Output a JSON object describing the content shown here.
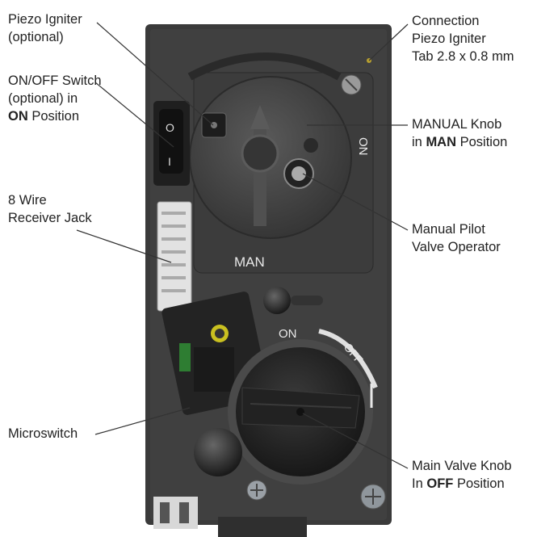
{
  "labels": {
    "piezo_igniter": {
      "line1": "Piezo Igniter",
      "line2": "(optional)"
    },
    "onoff_switch": {
      "line1": "ON/OFF Switch",
      "line2": "(optional) in",
      "line3_bold": "ON",
      "line3_rest": " Position"
    },
    "receiver_jack": {
      "line1": "8 Wire",
      "line2": "Receiver Jack"
    },
    "microswitch": {
      "line1": "Microswitch"
    },
    "connection": {
      "line1": "Connection",
      "line2": "Piezo Igniter",
      "line3": "Tab 2.8 x 0.8 mm"
    },
    "manual_knob": {
      "line1": "MANUAL Knob",
      "line2_pre": "in ",
      "line2_bold": "MAN",
      "line2_post": " Position"
    },
    "pilot_operator": {
      "line1": "Manual Pilot",
      "line2": "Valve Operator"
    },
    "main_knob": {
      "line1": "Main Valve Knob",
      "line2_pre": "In ",
      "line2_bold": "OFF",
      "line2_post": " Position"
    }
  },
  "device_marks": {
    "man": "MAN",
    "on_upper": "ON",
    "on_lower": "ON",
    "off": "OFF",
    "rocker_on": "O",
    "rocker_off": "I"
  },
  "colors": {
    "body": "#3b3b3b",
    "body_dark": "#2a2a2a",
    "knob": "#474747",
    "leader": "#333333",
    "text": "#222222"
  }
}
